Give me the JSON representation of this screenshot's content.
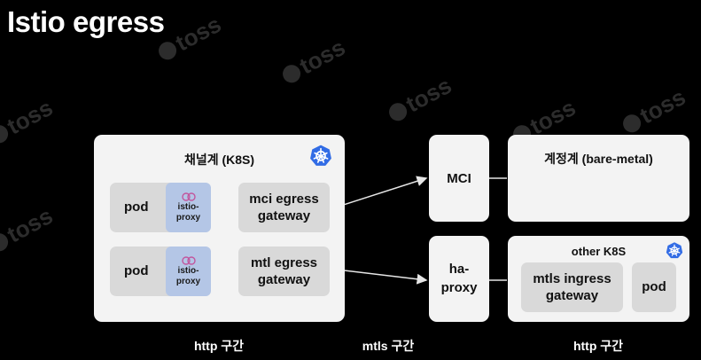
{
  "title": "Istio egress",
  "watermark": {
    "text": "toss"
  },
  "channel_cluster": {
    "title": "채널계 (K8S)",
    "pods": [
      {
        "label": "pod",
        "sidecar_line1": "istio-",
        "sidecar_line2": "proxy"
      },
      {
        "label": "pod",
        "sidecar_line1": "istio-",
        "sidecar_line2": "proxy"
      }
    ],
    "gateways": [
      {
        "line1": "mci egress",
        "line2": "gateway"
      },
      {
        "line1": "mtl egress",
        "line2": "gateway"
      }
    ]
  },
  "mci": {
    "label": "MCI"
  },
  "haproxy": {
    "line1": "ha-",
    "line2": "proxy"
  },
  "account_system": {
    "title": "계정계 (bare-metal)"
  },
  "other_k8s": {
    "title": "other K8S",
    "ingress": {
      "line1": "mtls ingress",
      "line2": "gateway"
    },
    "pod": "pod"
  },
  "captions": {
    "left": "http 구간",
    "middle": "mtls 구간",
    "right": "http 구간"
  },
  "colors": {
    "background": "#000000",
    "panel": "#f3f3f3",
    "box": "#d9d9d9",
    "sidecar": "#b4c6e6",
    "k8s_blue": "#326ce5",
    "sidecar_icon": "#c2579e",
    "watermark": "#2c2c2c"
  },
  "icons": [
    "kubernetes-icon",
    "istio-sidecar-icon"
  ]
}
